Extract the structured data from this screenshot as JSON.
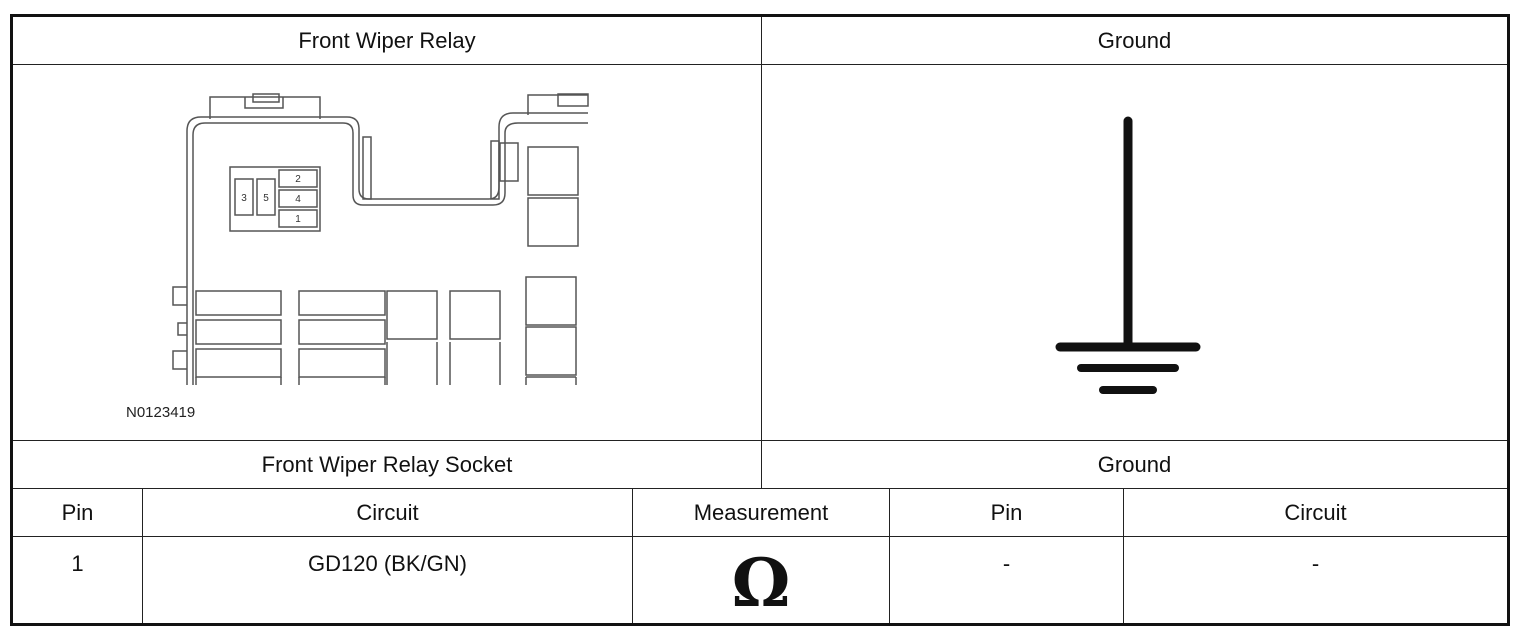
{
  "header": {
    "left_title": "Front Wiper Relay",
    "right_title": "Ground"
  },
  "diagram": {
    "figure_id": "N0123419",
    "pin_labels": [
      "3",
      "5",
      "2",
      "4",
      "1"
    ]
  },
  "subheader": {
    "left_title": "Front Wiper Relay Socket",
    "right_title": "Ground"
  },
  "table": {
    "columns": [
      "Pin",
      "Circuit",
      "Measurement",
      "Pin",
      "Circuit"
    ],
    "row": {
      "pin": "1",
      "circuit": "GD120 (BK/GN)",
      "measurement": "Ω",
      "ground_pin": "-",
      "ground_circuit": "-"
    }
  },
  "icons": {
    "ground_symbol": "ground-symbol-icon",
    "ohm_symbol": "ohm-icon"
  }
}
